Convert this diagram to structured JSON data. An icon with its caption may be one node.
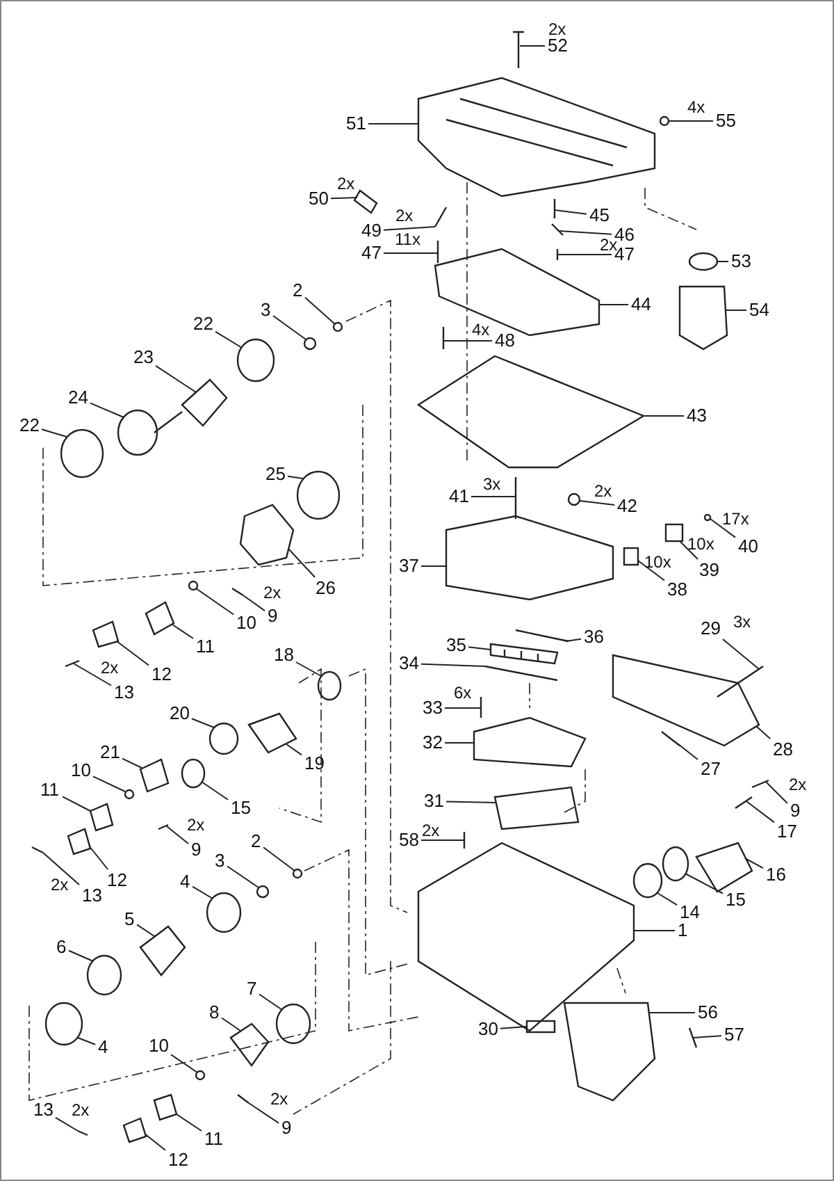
{
  "diagram": {
    "nodes": [
      {
        "text": [
          "52"
        ],
        "beside": [
          "2x"
        ]
      },
      {
        "text": [
          "51"
        ]
      },
      {
        "text": [
          "55"
        ],
        "beside": [
          "4x"
        ]
      },
      {
        "text": [
          "50"
        ],
        "beside": [
          "2x"
        ]
      },
      {
        "text": [
          "49"
        ],
        "beside": [
          "2x"
        ]
      },
      {
        "text": [
          "47"
        ],
        "beside": [
          "11x"
        ]
      },
      {
        "text": [
          "45"
        ]
      },
      {
        "text": [
          "46"
        ]
      },
      {
        "text": [
          "47"
        ],
        "beside": [
          "2x"
        ]
      },
      {
        "text": [
          "53"
        ]
      },
      {
        "text": [
          "44"
        ]
      },
      {
        "text": [
          "54"
        ]
      },
      {
        "text": [
          "48"
        ],
        "beside": [
          "4x"
        ]
      },
      {
        "text": [
          "2"
        ]
      },
      {
        "text": [
          "3"
        ]
      },
      {
        "text": [
          "22"
        ]
      },
      {
        "text": [
          "23"
        ]
      },
      {
        "text": [
          "24"
        ]
      },
      {
        "text": [
          "22"
        ]
      },
      {
        "text": [
          "43"
        ]
      },
      {
        "text": [
          "25"
        ]
      },
      {
        "text": [
          "26"
        ]
      },
      {
        "text": [
          "41"
        ],
        "beside": [
          "3x"
        ]
      },
      {
        "text": [
          "42"
        ],
        "beside": [
          "2x"
        ]
      },
      {
        "text": [
          "40"
        ],
        "beside": [
          "17x"
        ]
      },
      {
        "text": [
          "39"
        ],
        "beside": [
          "10x"
        ]
      },
      {
        "text": [
          "38"
        ],
        "beside": [
          "10x"
        ]
      },
      {
        "text": [
          "37"
        ]
      },
      {
        "text": [
          "10"
        ]
      },
      {
        "text": [
          "9"
        ],
        "beside": [
          "2x"
        ]
      },
      {
        "text": [
          "11"
        ]
      },
      {
        "text": [
          "12"
        ]
      },
      {
        "text": [
          "13"
        ],
        "beside": [
          "2x"
        ]
      },
      {
        "text": [
          "18"
        ]
      },
      {
        "text": [
          "36"
        ]
      },
      {
        "text": [
          "35"
        ]
      },
      {
        "text": [
          "34"
        ]
      },
      {
        "text": [
          "29"
        ],
        "beside": [
          "3x"
        ]
      },
      {
        "text": [
          "33"
        ],
        "beside": [
          "6x"
        ]
      },
      {
        "text": [
          "20"
        ]
      },
      {
        "text": [
          "32"
        ]
      },
      {
        "text": [
          "19"
        ]
      },
      {
        "text": [
          "28"
        ]
      },
      {
        "text": [
          "21"
        ]
      },
      {
        "text": [
          "10"
        ]
      },
      {
        "text": [
          "27"
        ]
      },
      {
        "text": [
          "15"
        ]
      },
      {
        "text": [
          "11"
        ]
      },
      {
        "text": [
          "9"
        ],
        "beside": [
          "2x"
        ]
      },
      {
        "text": [
          "17"
        ]
      },
      {
        "text": [
          "31"
        ]
      },
      {
        "text": [
          "9"
        ],
        "beside": [
          "2x"
        ]
      },
      {
        "text": [
          "58"
        ],
        "beside": [
          "2x"
        ]
      },
      {
        "text": [
          "2"
        ]
      },
      {
        "text": [
          "3"
        ]
      },
      {
        "text": [
          "12"
        ]
      },
      {
        "text": [
          "13"
        ],
        "beside": [
          "2x"
        ]
      },
      {
        "text": [
          "4"
        ]
      },
      {
        "text": [
          "16"
        ]
      },
      {
        "text": [
          "14"
        ]
      },
      {
        "text": [
          "15"
        ]
      },
      {
        "text": [
          "5"
        ]
      },
      {
        "text": [
          "1"
        ]
      },
      {
        "text": [
          "6"
        ]
      },
      {
        "text": [
          "7"
        ]
      },
      {
        "text": [
          "8"
        ]
      },
      {
        "text": [
          "4"
        ]
      },
      {
        "text": [
          "10"
        ]
      },
      {
        "text": [
          "56"
        ]
      },
      {
        "text": [
          "30"
        ]
      },
      {
        "text": [
          "57"
        ]
      },
      {
        "text": [
          "9"
        ],
        "beside": [
          "2x"
        ]
      },
      {
        "text": [
          "11"
        ]
      },
      {
        "text": [
          "13"
        ],
        "beside": [
          "2x"
        ]
      },
      {
        "text": [
          "12"
        ]
      },
      {
        "text": [],
        "shape": "picture"
      },
      {
        "text": [],
        "shape": "picture"
      },
      {
        "text": [],
        "shape": "circle"
      },
      {
        "text": [],
        "shape": "picture"
      },
      {
        "text": [],
        "shape": "picture"
      },
      {
        "text": [],
        "shape": "picture"
      },
      {
        "text": [],
        "shape": "picture"
      },
      {
        "text": [],
        "shape": "picture"
      },
      {
        "text": [],
        "shape": "picture"
      },
      {
        "text": [],
        "shape": "circle"
      },
      {
        "text": [],
        "shape": "picture"
      },
      {
        "text": [],
        "shape": "picture"
      },
      {
        "text": [],
        "shape": "picture"
      },
      {
        "text": [],
        "shape": "circle"
      },
      {
        "text": [],
        "shape": "circle"
      },
      {
        "text": [],
        "shape": "circle"
      },
      {
        "text": [],
        "shape": "picture"
      },
      {
        "text": [],
        "shape": "circle"
      },
      {
        "text": [],
        "shape": "circle"
      },
      {
        "text": [],
        "shape": "picture"
      },
      {
        "text": [],
        "shape": "circle"
      },
      {
        "text": [],
        "shape": "picture"
      },
      {
        "text": [],
        "shape": "picture"
      },
      {
        "text": [],
        "shape": "circle"
      },
      {
        "text": [],
        "shape": "circle"
      },
      {
        "text": [],
        "shape": "box"
      },
      {
        "text": [],
        "shape": "box"
      },
      {
        "text": [],
        "shape": "picture"
      },
      {
        "text": [],
        "shape": "circle"
      },
      {
        "text": [],
        "shape": "picture"
      },
      {
        "text": [],
        "shape": "picture"
      },
      {
        "text": [],
        "shape": "picture"
      },
      {
        "text": [],
        "shape": "picture"
      },
      {
        "text": [],
        "shape": "circle"
      },
      {
        "text": [],
        "shape": "picture"
      },
      {
        "text": [],
        "shape": "picture"
      },
      {
        "text": [],
        "shape": "picture"
      },
      {
        "text": [],
        "shape": "picture"
      },
      {
        "text": [],
        "shape": "picture"
      },
      {
        "text": [],
        "shape": "circle"
      },
      {
        "text": [],
        "shape": "picture"
      },
      {
        "text": [],
        "shape": "picture"
      },
      {
        "text": [],
        "shape": "picture"
      },
      {
        "text": [],
        "shape": "picture"
      },
      {
        "text": [],
        "shape": "circle"
      },
      {
        "text": [],
        "shape": "picture"
      },
      {
        "text": [],
        "shape": "circle"
      },
      {
        "text": [],
        "shape": "picture"
      },
      {
        "text": [],
        "shape": "picture"
      },
      {
        "text": [],
        "shape": "picture"
      },
      {
        "text": [],
        "shape": "picture"
      },
      {
        "text": [],
        "shape": "picture"
      },
      {
        "text": [],
        "shape": "picture"
      },
      {
        "text": [],
        "shape": "circle"
      },
      {
        "text": [],
        "shape": "circle"
      },
      {
        "text": [],
        "shape": "picture"
      },
      {
        "text": [],
        "shape": "picture"
      },
      {
        "text": [],
        "shape": "circle"
      },
      {
        "text": [],
        "shape": "picture"
      },
      {
        "text": [],
        "shape": "circle"
      },
      {
        "text": [],
        "shape": "circle"
      },
      {
        "text": [],
        "shape": "picture"
      },
      {
        "text": [],
        "shape": "picture"
      },
      {
        "text": [],
        "shape": "circle"
      },
      {
        "text": [],
        "shape": "circle"
      },
      {
        "text": [],
        "shape": "picture"
      },
      {
        "text": [],
        "shape": "circle"
      },
      {
        "text": [],
        "shape": "circle"
      },
      {
        "text": [],
        "shape": "picture"
      },
      {
        "text": [],
        "shape": "box"
      },
      {
        "text": [],
        "shape": "picture"
      },
      {
        "text": [],
        "shape": "picture"
      },
      {
        "text": [],
        "shape": "picture"
      },
      {
        "text": [],
        "shape": "picture"
      },
      {
        "text": [],
        "shape": "picture"
      }
    ],
    "edges": [
      {
        "from": 0,
        "to": 75,
        "arrow": "none"
      },
      {
        "from": 1,
        "to": 76,
        "arrow": "none"
      },
      {
        "from": 2,
        "to": 77,
        "arrow": "none"
      },
      {
        "from": 3,
        "to": 78,
        "arrow": "none"
      },
      {
        "from": 4,
        "to": 79,
        "arrow": "none"
      },
      {
        "from": 5,
        "to": 80,
        "arrow": "none"
      },
      {
        "from": 6,
        "to": 81,
        "arrow": "none"
      },
      {
        "from": 7,
        "to": 82,
        "arrow": "none"
      },
      {
        "from": 8,
        "to": 83,
        "arrow": "none"
      },
      {
        "from": 9,
        "to": 84,
        "arrow": "none"
      },
      {
        "from": 10,
        "to": 85,
        "arrow": "none"
      },
      {
        "from": 11,
        "to": 86,
        "arrow": "none"
      },
      {
        "from": 12,
        "to": 87,
        "arrow": "none"
      },
      {
        "from": 13,
        "to": 88,
        "arrow": "none"
      },
      {
        "from": 14,
        "to": 89,
        "arrow": "none"
      },
      {
        "from": 15,
        "to": 90,
        "arrow": "none"
      },
      {
        "from": 16,
        "to": 91,
        "arrow": "none"
      },
      {
        "from": 17,
        "to": 92,
        "arrow": "none"
      },
      {
        "from": 18,
        "to": 93,
        "arrow": "none"
      },
      {
        "from": 19,
        "to": 94,
        "arrow": "none"
      },
      {
        "from": 20,
        "to": 95,
        "arrow": "none"
      },
      {
        "from": 21,
        "to": 96,
        "arrow": "none"
      },
      {
        "from": 22,
        "to": 97,
        "arrow": "none"
      },
      {
        "from": 23,
        "to": 98,
        "arrow": "none"
      },
      {
        "from": 24,
        "to": 99,
        "arrow": "none"
      },
      {
        "from": 25,
        "to": 100,
        "arrow": "none"
      },
      {
        "from": 26,
        "to": 101,
        "arrow": "none"
      },
      {
        "from": 27,
        "to": 102,
        "arrow": "none"
      },
      {
        "from": 28,
        "to": 103,
        "arrow": "none"
      },
      {
        "from": 29,
        "to": 104,
        "arrow": "none"
      },
      {
        "from": 30,
        "to": 105,
        "arrow": "none"
      },
      {
        "from": 31,
        "to": 106,
        "arrow": "none"
      },
      {
        "from": 32,
        "to": 107,
        "arrow": "none"
      },
      {
        "from": 33,
        "to": 108,
        "arrow": "none"
      },
      {
        "from": 34,
        "to": 109,
        "arrow": "none"
      },
      {
        "from": 35,
        "to": 110,
        "arrow": "none"
      },
      {
        "from": 36,
        "to": 111,
        "arrow": "none"
      },
      {
        "from": 37,
        "to": 112,
        "arrow": "none"
      },
      {
        "from": 38,
        "to": 113,
        "arrow": "none"
      },
      {
        "from": 39,
        "to": 114,
        "arrow": "none"
      },
      {
        "from": 40,
        "to": 115,
        "arrow": "none"
      },
      {
        "from": 41,
        "to": 116,
        "arrow": "none"
      },
      {
        "from": 42,
        "to": 117,
        "arrow": "none"
      },
      {
        "from": 43,
        "to": 118,
        "arrow": "none"
      },
      {
        "from": 44,
        "to": 119,
        "arrow": "none"
      },
      {
        "from": 45,
        "to": 120,
        "arrow": "none"
      },
      {
        "from": 46,
        "to": 121,
        "arrow": "none"
      },
      {
        "from": 47,
        "to": 122,
        "arrow": "none"
      },
      {
        "from": 48,
        "to": 123,
        "arrow": "none"
      },
      {
        "from": 49,
        "to": 124,
        "arrow": "none"
      },
      {
        "from": 50,
        "to": 125,
        "arrow": "none"
      },
      {
        "from": 51,
        "to": 126,
        "arrow": "none"
      },
      {
        "from": 52,
        "to": 127,
        "arrow": "none"
      },
      {
        "from": 53,
        "to": 128,
        "arrow": "none"
      },
      {
        "from": 54,
        "to": 129,
        "arrow": "none"
      },
      {
        "from": 55,
        "to": 130,
        "arrow": "none"
      },
      {
        "from": 56,
        "to": 131,
        "arrow": "none"
      },
      {
        "from": 57,
        "to": 132,
        "arrow": "none"
      },
      {
        "from": 58,
        "to": 133,
        "arrow": "none"
      },
      {
        "from": 59,
        "to": 134,
        "arrow": "none"
      },
      {
        "from": 60,
        "to": 135,
        "arrow": "none"
      },
      {
        "from": 61,
        "to": 136,
        "arrow": "none"
      },
      {
        "from": 62,
        "to": 137,
        "arrow": "none"
      },
      {
        "from": 63,
        "to": 138,
        "arrow": "none"
      },
      {
        "from": 64,
        "to": 139,
        "arrow": "none"
      },
      {
        "from": 65,
        "to": 140,
        "arrow": "none"
      },
      {
        "from": 66,
        "to": 141,
        "arrow": "none"
      },
      {
        "from": 67,
        "to": 142,
        "arrow": "none"
      },
      {
        "from": 68,
        "to": 143,
        "arrow": "none"
      },
      {
        "from": 69,
        "to": 144,
        "arrow": "none"
      },
      {
        "from": 70,
        "to": 145,
        "arrow": "none"
      },
      {
        "from": 71,
        "to": 146,
        "arrow": "none"
      },
      {
        "from": 72,
        "to": 147,
        "arrow": "none"
      },
      {
        "from": 73,
        "to": 148,
        "arrow": "none"
      },
      {
        "from": 74,
        "to": 149,
        "arrow": "none"
      }
    ]
  }
}
